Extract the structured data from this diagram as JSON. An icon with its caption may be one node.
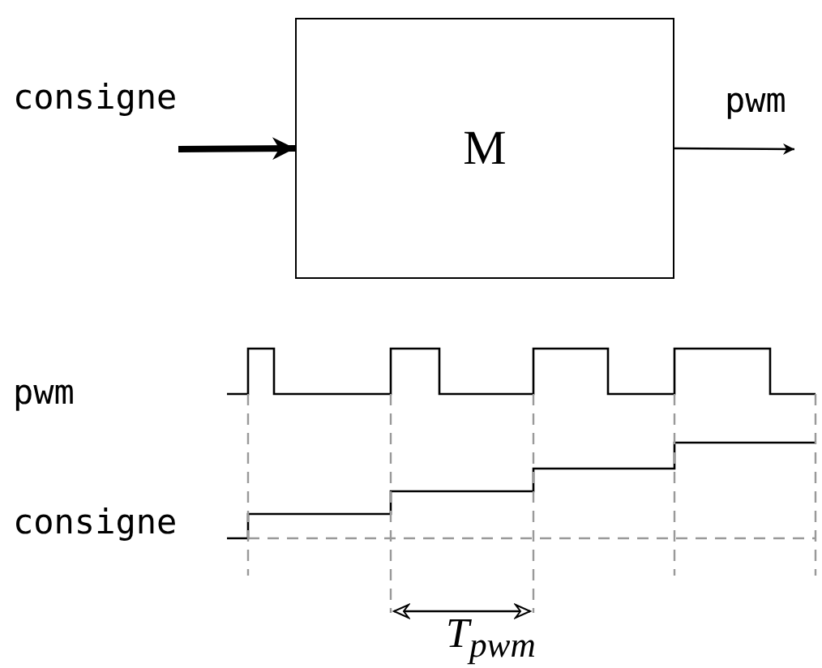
{
  "diagram": {
    "nodes": [
      {
        "text": [
          "consigne"
        ]
      },
      {
        "text": [
          "M"
        ]
      },
      {
        "text": [
          "pwm"
        ]
      }
    ],
    "edges": [
      {
        "from": 0,
        "to": 1,
        "arrow": "to",
        "style": "thick"
      },
      {
        "from": 1,
        "to": 2,
        "arrow": "to"
      }
    ],
    "labels": [
      "pwm",
      "consigne",
      "T$_{pwm}$"
    ]
  }
}
